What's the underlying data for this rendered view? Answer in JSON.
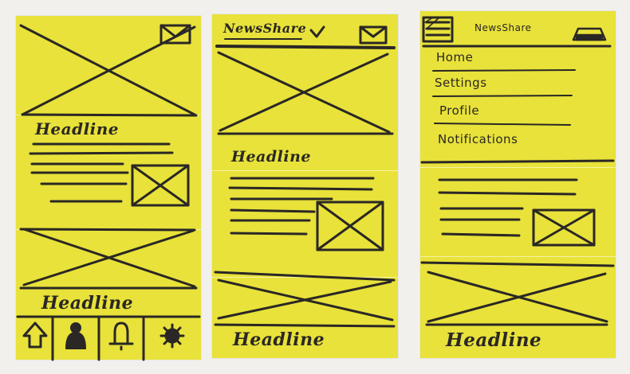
{
  "sketch_1": {
    "headline_top": "Headline",
    "headline_bottom": "Headline",
    "icons": [
      "envelope-icon",
      "home-icon",
      "profile-icon",
      "bell-icon",
      "gear-icon"
    ]
  },
  "sketch_2": {
    "app_title": "NewsShare",
    "headline_top": "Headline",
    "headline_bottom": "Headline",
    "icons": [
      "chevron-down-icon",
      "envelope-icon"
    ]
  },
  "sketch_3": {
    "app_title": "NewsShare",
    "menu": {
      "items": [
        {
          "label": "Home"
        },
        {
          "label": "Settings"
        },
        {
          "label": "Profile"
        },
        {
          "label": "Notifications"
        }
      ]
    },
    "headline_bottom": "Headline",
    "icons": [
      "hamburger-menu-icon",
      "inbox-icon"
    ]
  },
  "colors": {
    "paper": "#e8e23a",
    "ink": "#2a2725",
    "background": "#f1f0ed"
  }
}
